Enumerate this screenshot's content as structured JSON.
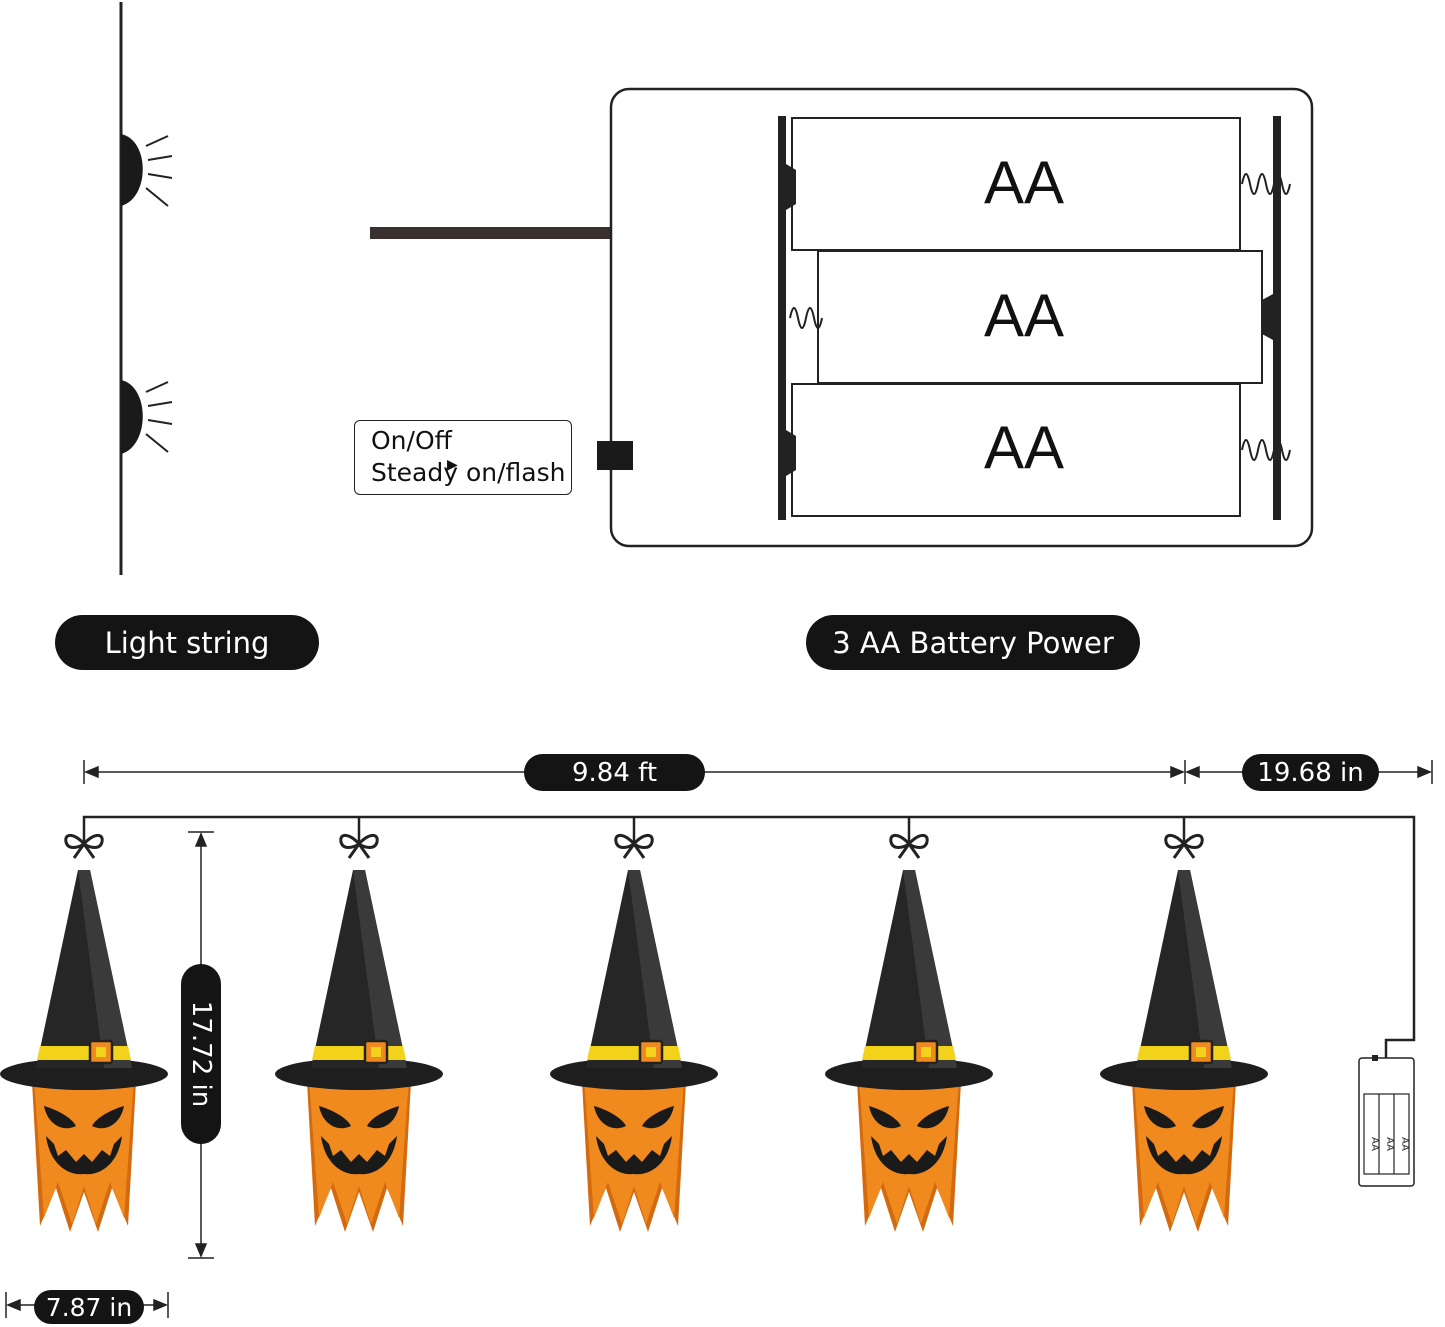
{
  "labels": {
    "light_string": "Light string",
    "battery_power": "3  AA  Battery Power"
  },
  "switch": {
    "line1": "On/Off",
    "line2": "Steady on/flash"
  },
  "batteries": {
    "cell1": "AA",
    "cell2": "AA",
    "cell3": "AA",
    "mini1": "AA",
    "mini2": "AA",
    "mini3": "AA"
  },
  "dimensions": {
    "string_length": "9.84 ft",
    "lead_length": "19.68 in",
    "hat_height": "17.72 in",
    "hat_width": "7.87 in"
  },
  "colors": {
    "orange": "#F08A1E",
    "black": "#1a1a1a",
    "band": "#F2D21A"
  }
}
